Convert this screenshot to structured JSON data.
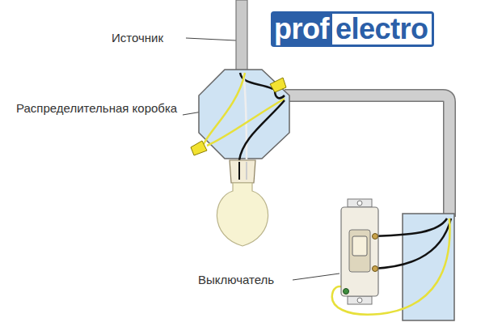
{
  "diagram": {
    "labels": [
      "Источник",
      "Распределительная коробка",
      "Выключатель",
      "prof",
      "electro"
    ]
  }
}
